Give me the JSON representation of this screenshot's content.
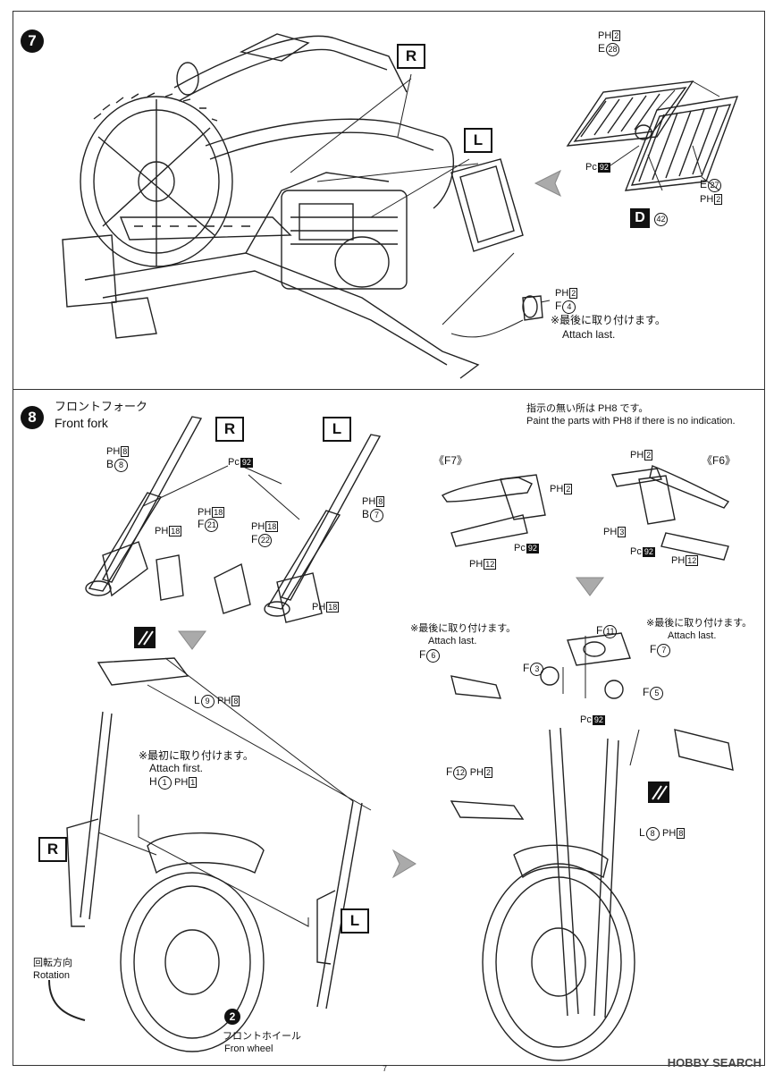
{
  "step7": {
    "number": "7",
    "side_r": "R",
    "side_l": "L",
    "rad_top": {
      "paint": "PH",
      "paint_num": "2",
      "part": "E",
      "part_num": "28"
    },
    "rad_bottom": {
      "part": "E",
      "part_num": "27",
      "paint": "PH",
      "paint_num": "2"
    },
    "rad_pc": {
      "paint": "Pc",
      "paint_num": "92"
    },
    "cap": {
      "box": "D",
      "part_num": "42"
    },
    "bell": {
      "paint": "PH",
      "paint_num": "2",
      "part": "F",
      "part_num": "4",
      "note_jp": "※最後に取り付けます。",
      "note_en": "Attach last."
    }
  },
  "step8": {
    "number": "8",
    "title_jp": "フロントフォーク",
    "title_en": "Front fork",
    "side_r": "R",
    "side_l": "L",
    "fork_r": {
      "paint": "PH",
      "paint_num": "8",
      "part": "B",
      "part_num": "8"
    },
    "fork_l": {
      "paint": "PH",
      "paint_num": "8",
      "part": "B",
      "part_num": "7"
    },
    "pc92": {
      "paint": "Pc",
      "paint_num": "92"
    },
    "caliper_r_paint": {
      "paint": "PH",
      "paint_num": "18"
    },
    "pad_r": {
      "paint": "PH",
      "paint_num": "18",
      "part": "F",
      "part_num": "21"
    },
    "pad_l": {
      "paint": "PH",
      "paint_num": "18",
      "part": "F",
      "part_num": "22"
    },
    "caliper_l_paint": {
      "paint": "PH",
      "paint_num": "18"
    },
    "bracket": {
      "part": "L",
      "part_num": "9",
      "paint": "PH",
      "paint_num": "8"
    },
    "fender": {
      "note_jp": "※最初に取り付けます。",
      "note_en": "Attach first.",
      "part": "H",
      "part_num": "1",
      "paint": "PH",
      "paint_num": "1"
    },
    "rotation_jp": "回転方向",
    "rotation_en": "Rotation",
    "wheel": {
      "step": "2",
      "label_jp": "フロントホイール",
      "label_en": "Fron wheel"
    },
    "note_jp": "指示の無い所は PH8 です。",
    "note_en": "Paint the parts with PH8 if there is no indication.",
    "grip_left": {
      "tag": "《F7》",
      "paint_top": "PH",
      "paint_top_num": "2",
      "pc": "92",
      "ph12": "12"
    },
    "grip_right": {
      "tag": "《F6》",
      "paint_top": "PH",
      "paint_top_num": "2",
      "ph3": "3",
      "pc": "92",
      "ph12": "12"
    },
    "handle_left": {
      "note_jp": "※最後に取り付けます。",
      "note_en": "Attach last.",
      "part": "F",
      "part_num": "6"
    },
    "handle_right": {
      "note_jp": "※最後に取り付けます。",
      "note_en": "Attach last.",
      "part": "F",
      "part_num": "7"
    },
    "top_clamp": {
      "part": "F",
      "part_num": "11"
    },
    "riser_left": {
      "part": "F",
      "part_num": "3"
    },
    "riser_right": {
      "part": "F",
      "part_num": "5"
    },
    "pc_center": {
      "paint": "Pc",
      "paint_num": "92"
    },
    "under_bracket": {
      "part": "F",
      "part_num": "12",
      "paint": "PH",
      "paint_num": "2"
    },
    "stem": {
      "part": "L",
      "part_num": "8",
      "paint": "PH",
      "paint_num": "8"
    }
  },
  "footer": {
    "page": "7",
    "watermark": "HOBBY SEARCH"
  }
}
